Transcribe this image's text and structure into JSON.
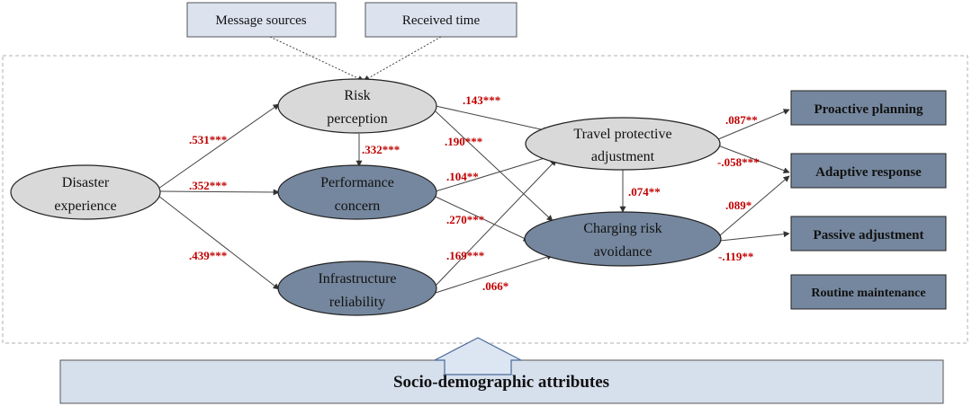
{
  "colors": {
    "light_fill": "#d9d9d9",
    "dark_fill": "#75879e",
    "box_fill": "#dce3ef",
    "outcome_fill": "#75879e",
    "coef_color": "#c00000",
    "banner_fill": "#d6dfec",
    "arrow_fill": "#dce6f2"
  },
  "sources": {
    "message": "Message sources",
    "received": "Received time"
  },
  "nodes": {
    "disaster": [
      "Disaster",
      "experience"
    ],
    "risk": [
      "Risk",
      "perception"
    ],
    "performance": [
      "Performance",
      "concern"
    ],
    "infrastructure": [
      "Infrastructure",
      "reliability"
    ],
    "travel": [
      "Travel protective",
      "adjustment"
    ],
    "charging": [
      "Charging risk",
      "avoidance"
    ]
  },
  "outcomes": {
    "proactive": "Proactive planning",
    "adaptive": "Adaptive response",
    "passive": "Passive adjustment",
    "routine": "Routine maintenance"
  },
  "coefficients": {
    "de_rp": ".531***",
    "de_pc": ".352***",
    "de_ir": ".439***",
    "rp_pc": ".332***",
    "rp_tp": ".143***",
    "rp_cr": ".190***",
    "pc_tp": ".104**",
    "pc_cr": ".270***",
    "ir_tp": ".169***",
    "ir_cr": ".066*",
    "tp_cr": ".074**",
    "tp_pp": ".087**",
    "tp_ar": "-.058***",
    "cr_ar": ".089*",
    "cr_pa": "-.119**"
  },
  "banner": "Socio-demographic attributes"
}
